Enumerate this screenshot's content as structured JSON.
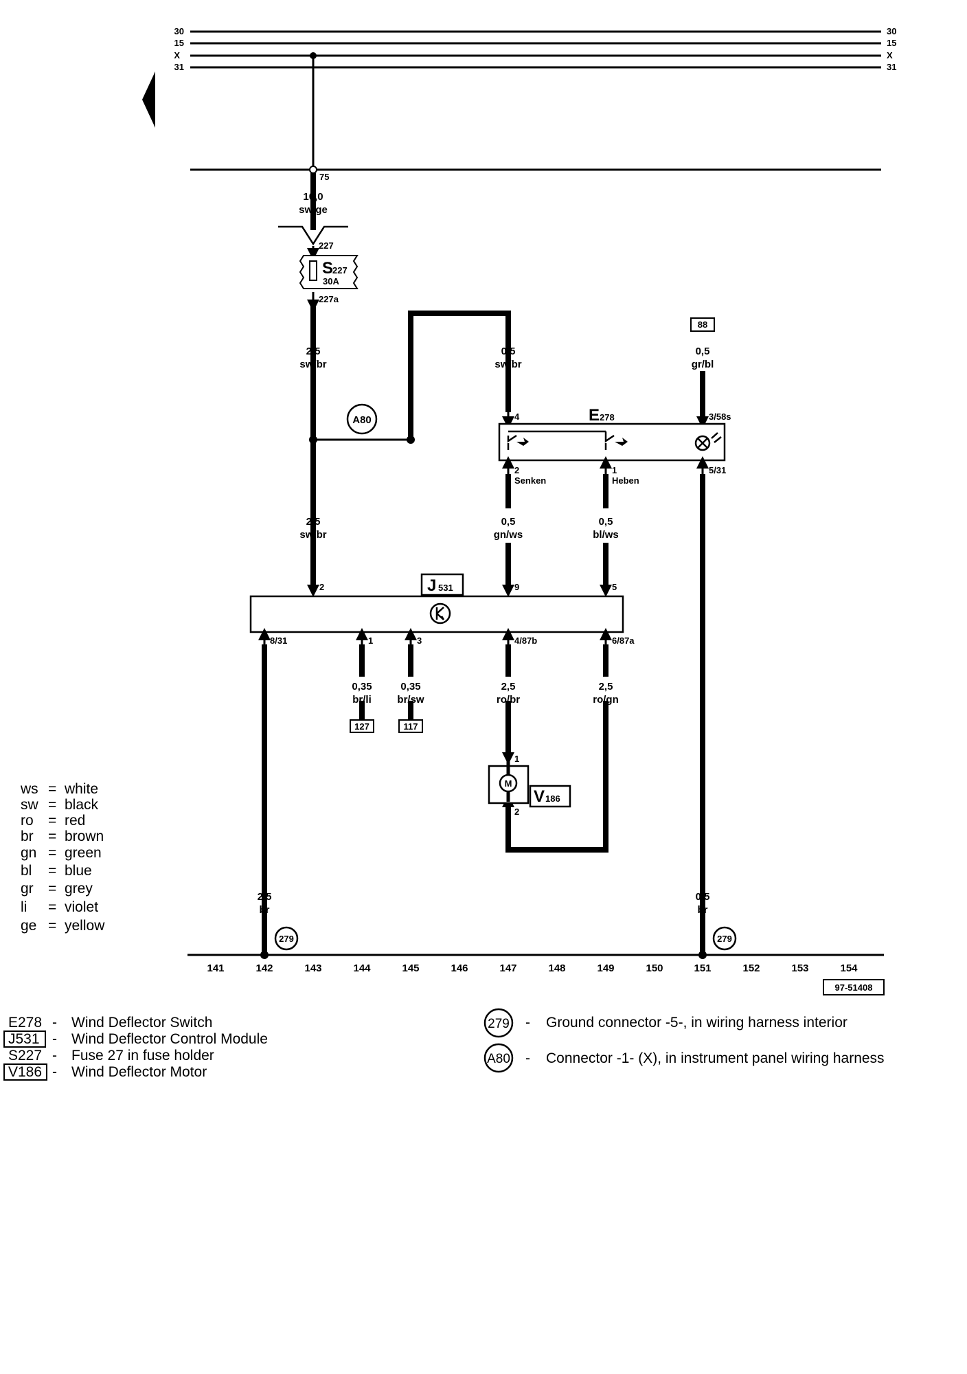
{
  "bus_lines": [
    "30",
    "15",
    "X",
    "31"
  ],
  "fuse": {
    "name": "S",
    "sub": "227",
    "rating": "30A",
    "pin_in": "227",
    "pin_out": "227a"
  },
  "pins": {
    "bus75": "75",
    "e278_4": "4",
    "e278_2": "2",
    "e278_1": "1",
    "e278_3": "3/58s",
    "e278_5": "5/31",
    "j2": "2",
    "j9": "9",
    "j5": "5",
    "j8": "8/31",
    "j1": "1",
    "j3": "3",
    "j4": "4/87b",
    "j6": "6/87a",
    "m1": "1",
    "m2": "2"
  },
  "wires": {
    "w_sw_ge": {
      "size": "10,0",
      "color": "sw/ge"
    },
    "w_top_left": {
      "size": "2,5",
      "color": "sw/br"
    },
    "w_top_mid": {
      "size": "0,5",
      "color": "sw/br"
    },
    "w_top_right": {
      "size": "0,5",
      "color": "gr/bl"
    },
    "w_mid_left": {
      "size": "2,5",
      "color": "sw/br"
    },
    "w_mid_147": {
      "size": "0,5",
      "color": "gn/ws"
    },
    "w_mid_149": {
      "size": "0,5",
      "color": "bl/ws"
    },
    "w_br_li": {
      "size": "0,35",
      "color": "br/li"
    },
    "w_br_sw": {
      "size": "0,35",
      "color": "br/sw"
    },
    "w_ro_br": {
      "size": "2,5",
      "color": "ro/br"
    },
    "w_ro_gn": {
      "size": "2,5",
      "color": "ro/gn"
    },
    "w_gnd_left": {
      "size": "2,5",
      "color": "br"
    },
    "w_gnd_right": {
      "size": "0,5",
      "color": "br"
    }
  },
  "switch_labels": {
    "lower": "Senken",
    "raise": "Heben"
  },
  "components": {
    "e278": {
      "name": "E",
      "sub": "278"
    },
    "j531": {
      "name": "J",
      "sub": "531"
    },
    "v186": {
      "name": "V",
      "sub": "186"
    }
  },
  "refs": {
    "r88": "88",
    "r127": "127",
    "r117": "117",
    "a80": "A80",
    "g279": "279"
  },
  "motor_symbol": "M",
  "tracks": [
    "141",
    "142",
    "143",
    "144",
    "145",
    "146",
    "147",
    "148",
    "149",
    "150",
    "151",
    "152",
    "153",
    "154"
  ],
  "diagram_code": "97-51408",
  "color_legend": [
    {
      "code": "ws",
      "name": "white"
    },
    {
      "code": "sw",
      "name": "black"
    },
    {
      "code": "ro",
      "name": "red"
    },
    {
      "code": "br",
      "name": "brown"
    },
    {
      "code": "gn",
      "name": "green"
    },
    {
      "code": "bl",
      "name": "blue"
    },
    {
      "code": "gr",
      "name": "grey"
    },
    {
      "code": "li",
      "name": "violet"
    },
    {
      "code": "ge",
      "name": "yellow"
    }
  ],
  "component_legend": [
    {
      "code": "E278",
      "desc": "Wind Deflector Switch"
    },
    {
      "code": "J531",
      "desc": "Wind Deflector Control Module"
    },
    {
      "code": "S227",
      "desc": "Fuse 27 in fuse holder"
    },
    {
      "code": "V186",
      "desc": "Wind Deflector Motor"
    }
  ],
  "ref_legend": [
    {
      "code": "279",
      "desc": "Ground connector -5-, in wiring harness interior"
    },
    {
      "code": "A80",
      "desc": "Connector -1- (X), in instrument panel wiring harness"
    }
  ],
  "dash": "-"
}
